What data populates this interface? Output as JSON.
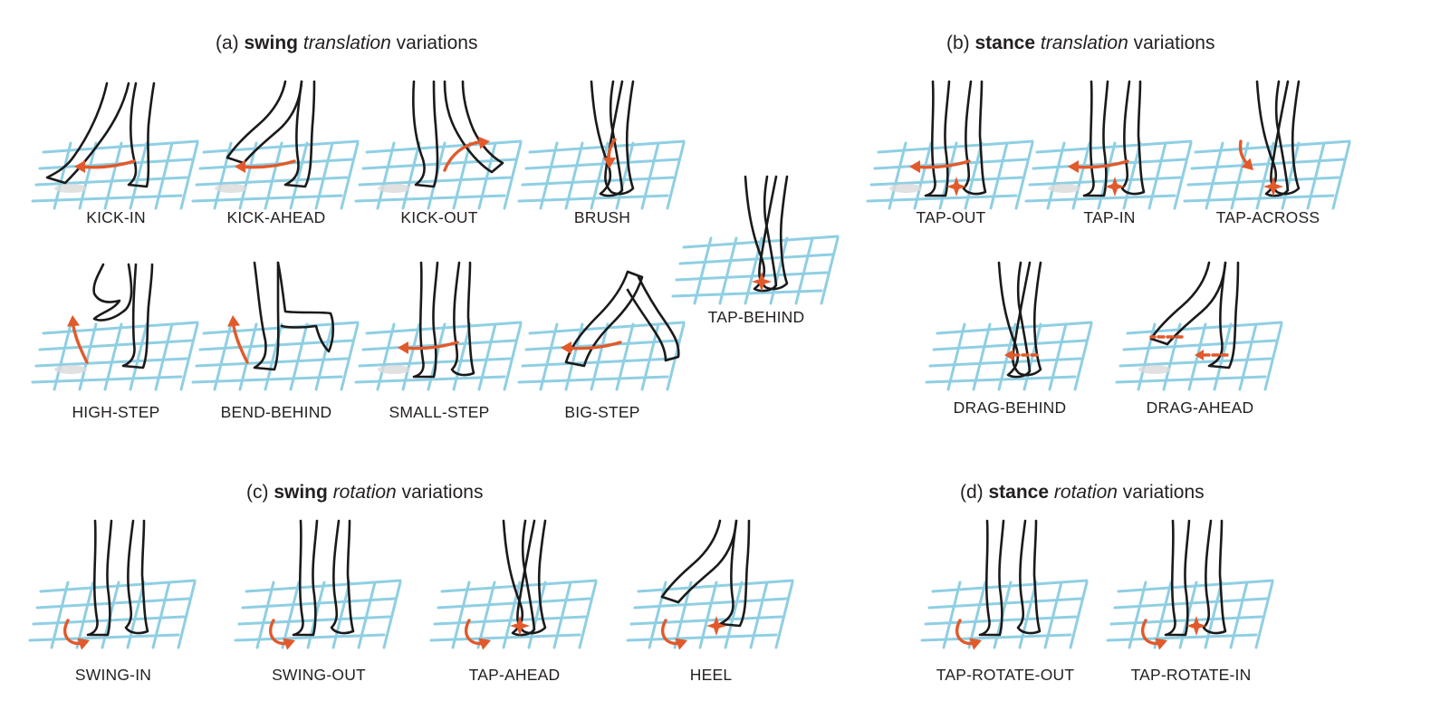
{
  "titles": {
    "a": {
      "prefix": "(a) ",
      "bold": "swing",
      "italic": "translation",
      "suffix": " variations"
    },
    "b": {
      "prefix": "(b) ",
      "bold": "stance",
      "italic": "translation",
      "suffix": " variations"
    },
    "c": {
      "prefix": "(c) ",
      "bold": "swing",
      "italic": "rotation",
      "suffix": " variations"
    },
    "d": {
      "prefix": "(d) ",
      "bold": "stance",
      "italic": "rotation",
      "suffix": " variations"
    }
  },
  "items": [
    {
      "label": "KICK-IN",
      "pose": "kick",
      "arrow": "left",
      "star": false
    },
    {
      "label": "KICK-AHEAD",
      "pose": "ahead",
      "arrow": "left",
      "star": false
    },
    {
      "label": "KICK-OUT",
      "pose": "out",
      "arrow": "right",
      "star": false
    },
    {
      "label": "BRUSH",
      "pose": "cross",
      "arrow": "curve",
      "star": false
    },
    {
      "label": "TAP-BEHIND",
      "pose": "cross",
      "arrow": "none",
      "star": true
    },
    {
      "label": "HIGH-STEP",
      "pose": "high",
      "arrow": "up",
      "star": false
    },
    {
      "label": "BEND-BEHIND",
      "pose": "bend",
      "arrow": "up",
      "star": false
    },
    {
      "label": "SMALL-STEP",
      "pose": "stand",
      "arrow": "left",
      "star": false
    },
    {
      "label": "BIG-STEP",
      "pose": "big",
      "arrow": "left",
      "star": false
    },
    {
      "label": "TAP-OUT",
      "pose": "stand",
      "arrow": "left",
      "star": true
    },
    {
      "label": "TAP-IN",
      "pose": "stand",
      "arrow": "left",
      "star": true
    },
    {
      "label": "TAP-ACROSS",
      "pose": "cross",
      "arrow": "down",
      "star": true
    },
    {
      "label": "DRAG-BEHIND",
      "pose": "cross",
      "arrow": "dash",
      "star": false
    },
    {
      "label": "DRAG-AHEAD",
      "pose": "ahead",
      "arrow": "dash2",
      "star": false
    },
    {
      "label": "SWING-IN",
      "pose": "stand",
      "arrow": "rot",
      "star": false
    },
    {
      "label": "SWING-OUT",
      "pose": "stand",
      "arrow": "rot",
      "star": false
    },
    {
      "label": "TAP-AHEAD",
      "pose": "cross",
      "arrow": "rot",
      "star": true
    },
    {
      "label": "HEEL",
      "pose": "ahead",
      "arrow": "rot",
      "star": true
    },
    {
      "label": "TAP-ROTATE-OUT",
      "pose": "stand",
      "arrow": "rot",
      "star": false
    },
    {
      "label": "TAP-ROTATE-IN",
      "pose": "stand",
      "arrow": "rot",
      "star": true
    }
  ],
  "colors": {
    "grid": "#8fcfe3",
    "arrow": "#e2592b",
    "leg": "#1a1a1a"
  }
}
